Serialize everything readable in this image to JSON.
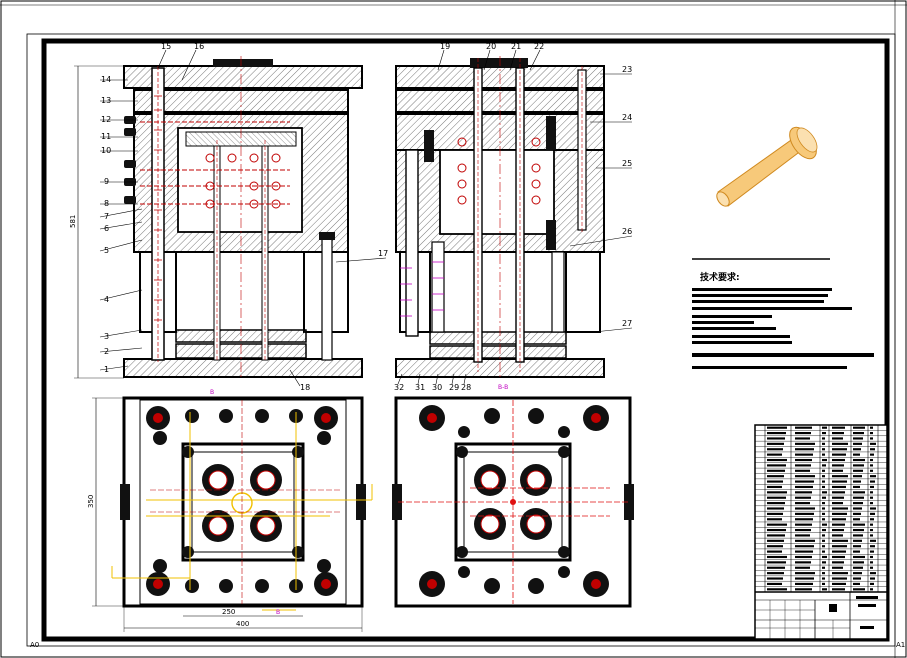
{
  "drawing": {
    "colors": {
      "line": "#000000",
      "hatch": "#555555",
      "cavity": "#c00000",
      "accent_red": "#e01010",
      "dim_yellow": "#f0c000",
      "dim_magenta": "#c000c0",
      "part_fill": "#f7c97a",
      "part_stroke": "#d08a20"
    },
    "section_left_labels": [
      "14",
      "13",
      "12",
      "11",
      "10",
      "9",
      "8",
      "7",
      "6",
      "5",
      "4",
      "3",
      "2",
      "1"
    ],
    "section_left_top_labels": [
      "15",
      "16"
    ],
    "section_left_bottom_label": "18",
    "section_left_side_label": "17",
    "section_right_top_labels": [
      "19",
      "20",
      "21",
      "22"
    ],
    "section_right_side_labels": [
      "23",
      "24",
      "25",
      "26",
      "27"
    ],
    "section_right_bottom_labels": [
      "32",
      "31",
      "30",
      "29",
      "28"
    ],
    "dim_height": "581",
    "dim_width_plan": "250",
    "dim_width_total": "400",
    "dim_plan_height": "350",
    "tech_requirements_title": "技术要求:",
    "corner_marks": [
      "A0",
      "A1"
    ],
    "section_markers": [
      "B",
      "B-B"
    ]
  }
}
